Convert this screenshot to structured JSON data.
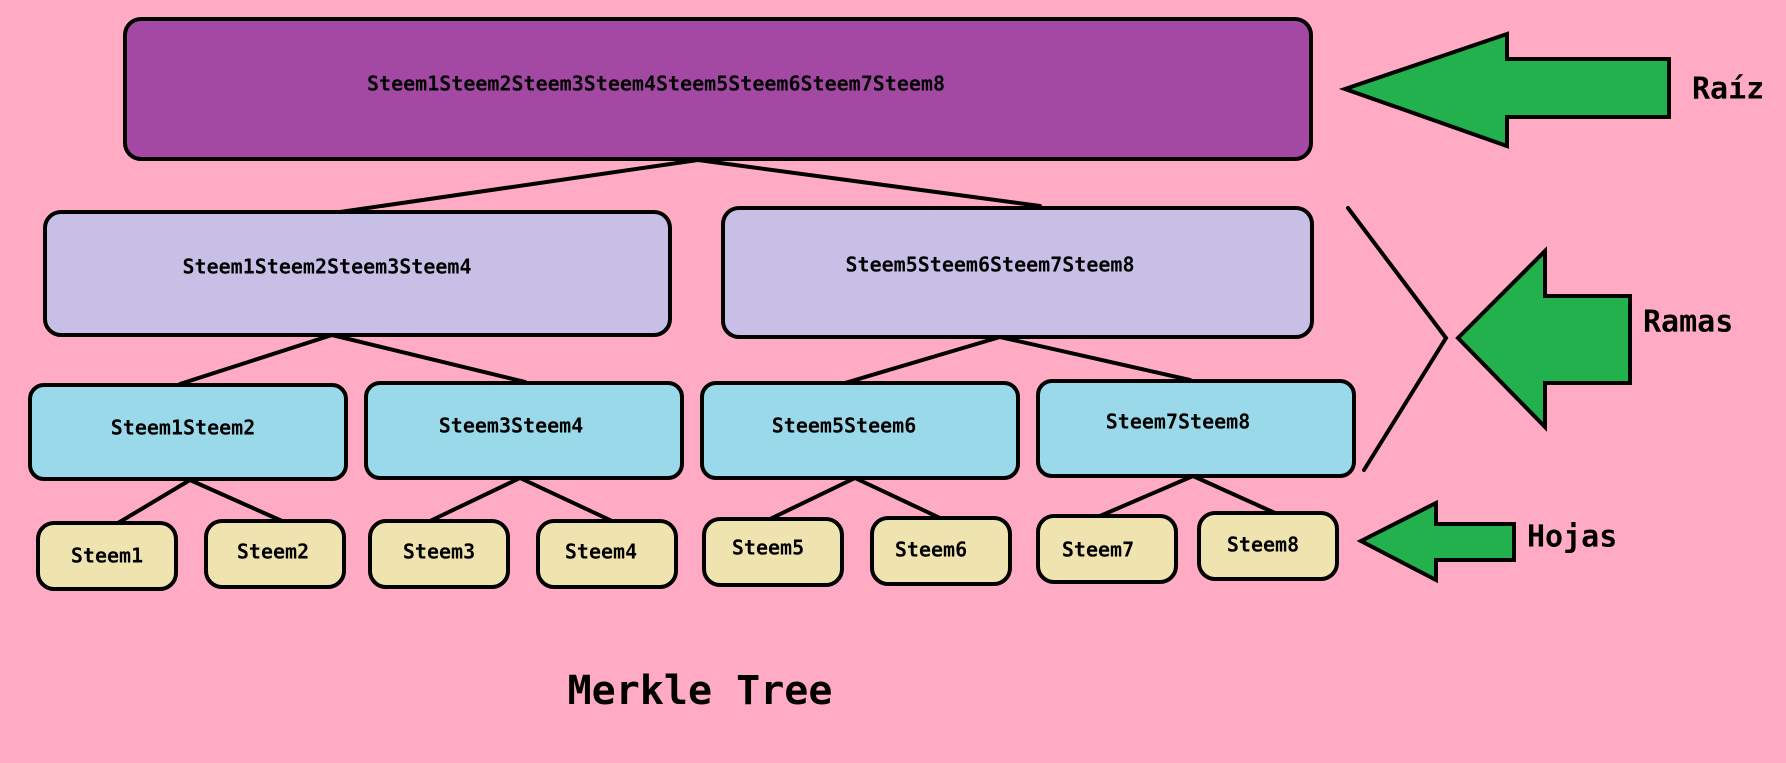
{
  "title": "Merkle Tree",
  "colors": {
    "background": "#ffabc4",
    "root": "#a349a4",
    "branch": "#c8bfe7",
    "mid": "#99d9ea",
    "leaf": "#efe4b0",
    "arrow": "#22b14c",
    "stroke": "#000000"
  },
  "root": {
    "label": "Steem1Steem2Steem3Steem4Steem5Steem6Steem7Steem8"
  },
  "branches": [
    {
      "label": "Steem1Steem2Steem3Steem4"
    },
    {
      "label": "Steem5Steem6Steem7Steem8"
    }
  ],
  "mid_nodes": [
    {
      "label": "Steem1Steem2"
    },
    {
      "label": "Steem3Steem4"
    },
    {
      "label": "Steem5Steem6"
    },
    {
      "label": "Steem7Steem8"
    }
  ],
  "leaves": [
    {
      "label": "Steem1"
    },
    {
      "label": "Steem2"
    },
    {
      "label": "Steem3"
    },
    {
      "label": "Steem4"
    },
    {
      "label": "Steem5"
    },
    {
      "label": "Steem6"
    },
    {
      "label": "Steem7"
    },
    {
      "label": "Steem8"
    }
  ],
  "annotations": {
    "root_label": "Raíz",
    "branches_label": "Ramas",
    "leaves_label": "Hojas"
  }
}
